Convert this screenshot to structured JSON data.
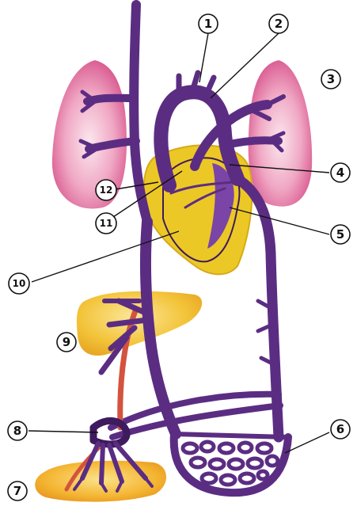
{
  "labels": [
    "1",
    "2",
    "3",
    "4",
    "5",
    "6",
    "7",
    "8",
    "9",
    "10",
    "11",
    "12"
  ],
  "colors": {
    "vessel": "#5b2d82",
    "vessel_dark": "#3e1a5e",
    "lung": "#e06a9c",
    "liver": "#f1b92b",
    "pericardium": "#e9c62a",
    "portal_vessel": "#d4533e"
  }
}
